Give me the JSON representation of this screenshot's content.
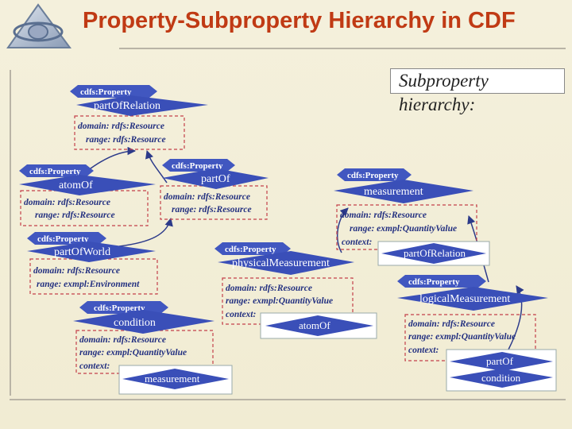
{
  "title": "Property-Subproperty Hierarchy in CDF",
  "hierarchy_label": "Subproperty hierarchy:",
  "colors": {
    "title": "#c03a14",
    "node_fill": "#3a4fb8",
    "label_fill": "#3a4fb8",
    "dashed": "#c4404a",
    "text": "#233080"
  },
  "nodes": [
    {
      "id": "partOfRelation",
      "type": "cdfs:Property",
      "name": "partOfRelation",
      "domain": "domain: rdfs:Resource",
      "range": "range: rdfs:Resource"
    },
    {
      "id": "atomOf",
      "type": "cdfs:Property",
      "name": "atomOf",
      "domain": "domain: rdfs:Resource",
      "range": "range: rdfs:Resource"
    },
    {
      "id": "partOf",
      "type": "cdfs:Property",
      "name": "partOf",
      "domain": "domain: rdfs:Resource",
      "range": "range: rdfs:Resource"
    },
    {
      "id": "measurement",
      "type": "cdfs:Property",
      "name": "measurement",
      "domain": "domain: rdfs:Resource",
      "range": "range: exmpl:QuantityValue",
      "context": "context:"
    },
    {
      "id": "partOfWorld",
      "type": "cdfs:Property",
      "name": "partOfWorld",
      "domain": "domain: rdfs:Resource",
      "range": "range: exmpl:Environment"
    },
    {
      "id": "physicalMeasurement",
      "type": "cdfs:Property",
      "name": "physicalMeasurement",
      "domain": "domain: rdfs:Resource",
      "range": "range: exmpl:QuantityValue",
      "context": "context:"
    },
    {
      "id": "logicalMeasurement",
      "type": "cdfs:Property",
      "name": "logicalMeasurement",
      "domain": "domain: rdfs:Resource",
      "range": "range: exmpl:QuantityValue",
      "context": "context:"
    },
    {
      "id": "condition",
      "type": "cdfs:Property",
      "name": "condition",
      "domain": "domain: rdfs:Resource",
      "range": "range: exmpl:QuantityValue",
      "context": "context:"
    }
  ],
  "context_boxes": {
    "measurement_ctx": "partOfRelation",
    "physical_ctx": "atomOf",
    "logical_ctx": [
      "partOf",
      "condition"
    ],
    "condition_ctx": "measurement"
  }
}
